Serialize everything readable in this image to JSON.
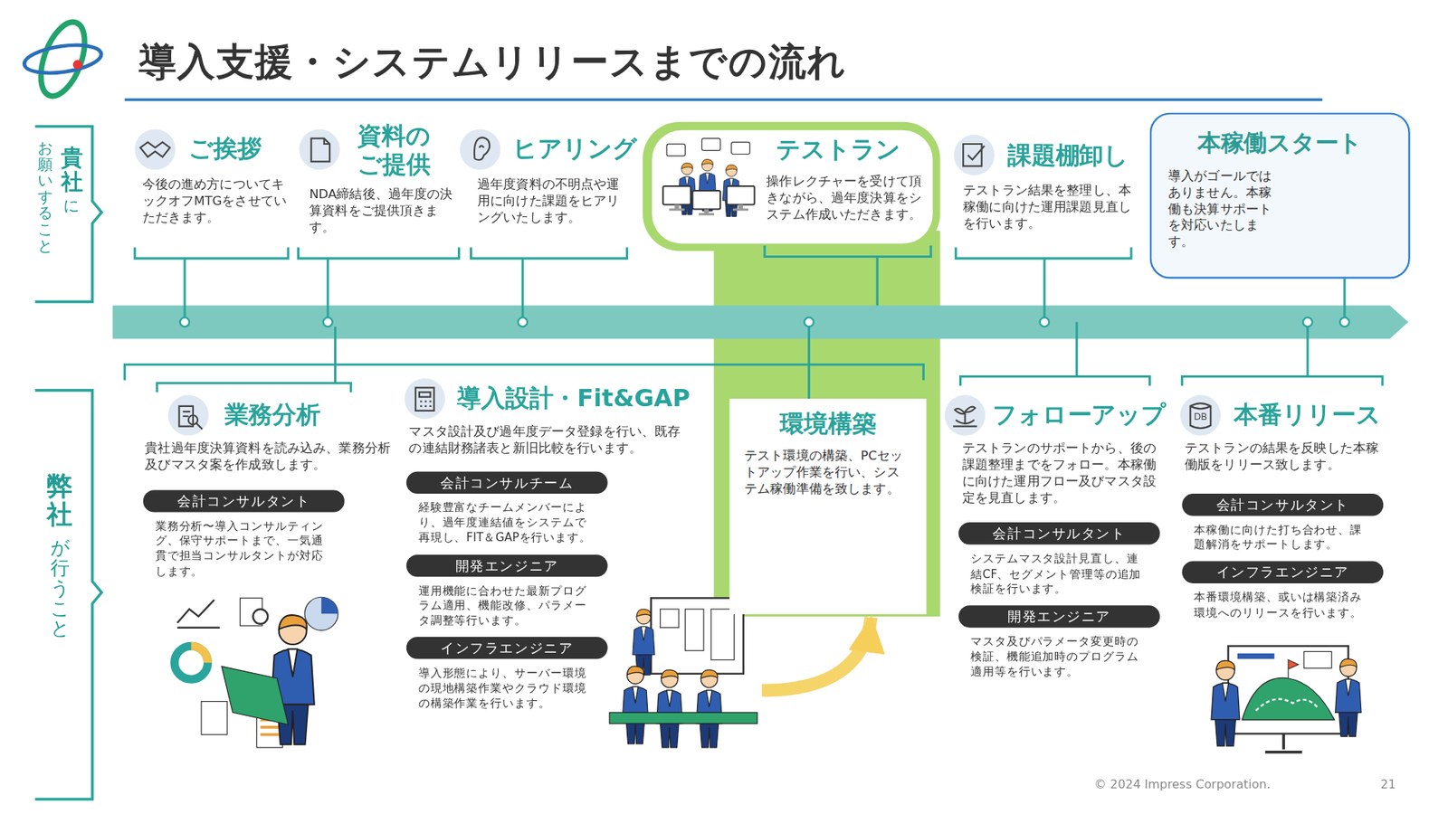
{
  "diagram": {
    "title": "導入支援・システムリリースまでの流れ",
    "nodes": [
      {
        "text": [
          "ご挨拶",
          "今後の進め方についてキックオフMTGをさせていただきます。"
        ]
      },
      {
        "text": [
          "資料の ご提供",
          "NDA締結後、過年度の決算資料をご提供頂きます。"
        ]
      },
      {
        "text": [
          "ヒアリング",
          "過年度資料の不明点や運用に向けた課題をヒアリングいたします。"
        ]
      },
      {
        "text": [
          "テストラン",
          "操作レクチャーを受けて頂きながら、過年度決算をシステム作成いただきます。"
        ]
      },
      {
        "text": [
          "課題棚卸し",
          "テストラン結果を整理し、本稼働に向けた運用課題見直しを行います。"
        ]
      },
      {
        "text": [
          "本稼働スタート",
          "導入がゴールではありません。本稼働も決算サポートを対応いたします。"
        ]
      },
      {
        "text": [
          "業務分析",
          "貴社過年度決算資料を読み込み、業務分析及びマスタ案を作成致します。"
        ]
      },
      {
        "text": [
          "会計コンサルタント",
          "業務分析〜導入コンサルティング、保守サポートまで、一気通貫で担当コンサルタントが対応します。"
        ],
        "in": 6
      },
      {
        "text": [
          "導入設計・Fit&GAP",
          "マスタ設計及び過年度データ登録を行い、既存の連結財務諸表と新旧比較を行います。"
        ]
      },
      {
        "text": [
          "会計コンサルチーム",
          "経験豊富なチームメンバーにより、過年度連結値をシステムで再現し、FIT＆GAPを行います。"
        ],
        "in": 8
      },
      {
        "text": [
          "開発エンジニア",
          "運用機能に合わせた最新プログラム適用、機能改修、パラメータ調整等行います。"
        ],
        "in": 8
      },
      {
        "text": [
          "インフラエンジニア",
          "導入形態により、サーバー環境の現地構築作業やクラウド環境の構築作業を行います。"
        ],
        "in": 8
      },
      {
        "text": [
          "環境構築",
          "テスト環境の構築、PCセットアップ作業を行い、システム稼働準備を致します。"
        ]
      },
      {
        "text": [
          "フォローアップ",
          "テストランのサポートから、後の課題整理までをフォロー。本稼働に向けた運用フロー及びマスタ設定を見直します。"
        ]
      },
      {
        "text": [
          "会計コンサルタント",
          "システムマスタ設計見直し、連結CF、セグメント管理等の追加検証を行います。"
        ],
        "in": 13
      },
      {
        "text": [
          "開発エンジニア",
          "マスタ及びパラメータ変更時の検証、機能追加時のプログラム適用等を行います。"
        ],
        "in": 13
      },
      {
        "text": [
          "本番リリース",
          "テストランの結果を反映した本稼働版をリリース致します。"
        ]
      },
      {
        "text": [
          "会計コンサルタント",
          "本稼働に向けた打ち合わせ、課題解消をサポートします。"
        ],
        "in": 16
      },
      {
        "text": [
          "インフラエンジニア",
          "本番環境構築、或いは構築済み環境へのリリースを行います。"
        ],
        "in": 16
      }
    ],
    "edges": [
      {
        "from": 8,
        "to": 12,
        "arrow": "to"
      }
    ],
    "labels": [
      "貴社",
      "に",
      "お願いすること",
      "弊社",
      "が行うこと",
      "© 2024 Impress Corporation.",
      "21",
      "DB"
    ]
  }
}
